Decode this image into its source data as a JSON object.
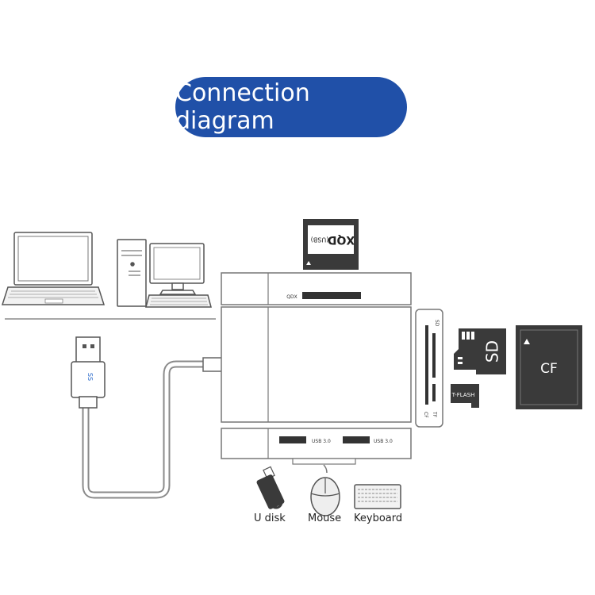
{
  "title": "Connection diagram",
  "colors": {
    "accent": "#2050a8",
    "line": "#8a8a8a",
    "dark": "#3a3a3a"
  },
  "hub": {
    "xqd_slot_label": "QDX",
    "usb_port_1_label": "USB 3.0",
    "usb_port_2_label": "USB 3.0",
    "sd_slot_label": "SD",
    "cf_slot_label": "CF",
    "tf_slot_label": "TF"
  },
  "cards": {
    "xqd_label": "XQD",
    "xqd_sub": "(USB)",
    "sd_label": "SD",
    "cf_label": "CF",
    "tflash_label": "T-FLASH"
  },
  "cable": {
    "plug_label": "SS"
  },
  "devices": {
    "udisk_label": "U disk",
    "mouse_label": "Mouse",
    "keyboard_label": "Keyboard"
  }
}
